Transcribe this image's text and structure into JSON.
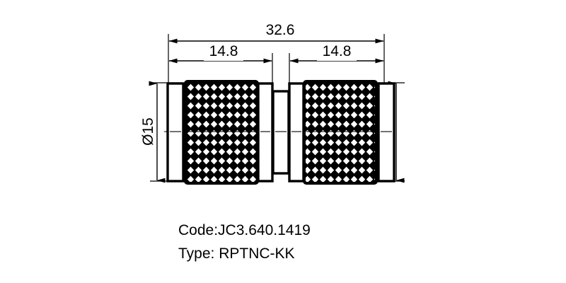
{
  "drawing": {
    "kind": "mechanical-dimension-drawing",
    "background_color": "#ffffff",
    "line_color": "#000000",
    "dimensions": {
      "overall_length": {
        "value": "32.6",
        "label": "32.6",
        "orientation": "horizontal",
        "unit_implied": "mm"
      },
      "left_half_length": {
        "value": "14.8",
        "label": "14.8",
        "orientation": "horizontal",
        "unit_implied": "mm"
      },
      "right_half_length": {
        "value": "14.8",
        "label": "14.8",
        "orientation": "horizontal",
        "unit_implied": "mm"
      },
      "left_diameter": {
        "value": "15",
        "label": "Ø15",
        "orientation": "vertical-rotated",
        "unit_implied": "mm"
      },
      "right_diameter": {
        "value": "15",
        "label": "Ø15",
        "orientation": "vertical-rotated",
        "unit_implied": "mm"
      }
    },
    "part": {
      "description": "symmetric double-ended knurled barrel adapter",
      "sections": [
        {
          "name": "left-end-cap",
          "style": "plain"
        },
        {
          "name": "left-knurled-barrel",
          "style": "diamond-knurl"
        },
        {
          "name": "left-shoulder",
          "style": "plain"
        },
        {
          "name": "center-waist",
          "style": "plain"
        },
        {
          "name": "right-shoulder",
          "style": "plain"
        },
        {
          "name": "right-knurled-barrel",
          "style": "diamond-knurl"
        },
        {
          "name": "right-end-cap",
          "style": "plain"
        }
      ]
    }
  },
  "caption": {
    "code_line": "Code:JC3.640.1419",
    "type_line": "Type: RPTNC-KK",
    "code_value": "JC3.640.1419",
    "type_value": "RPTNC-KK"
  }
}
